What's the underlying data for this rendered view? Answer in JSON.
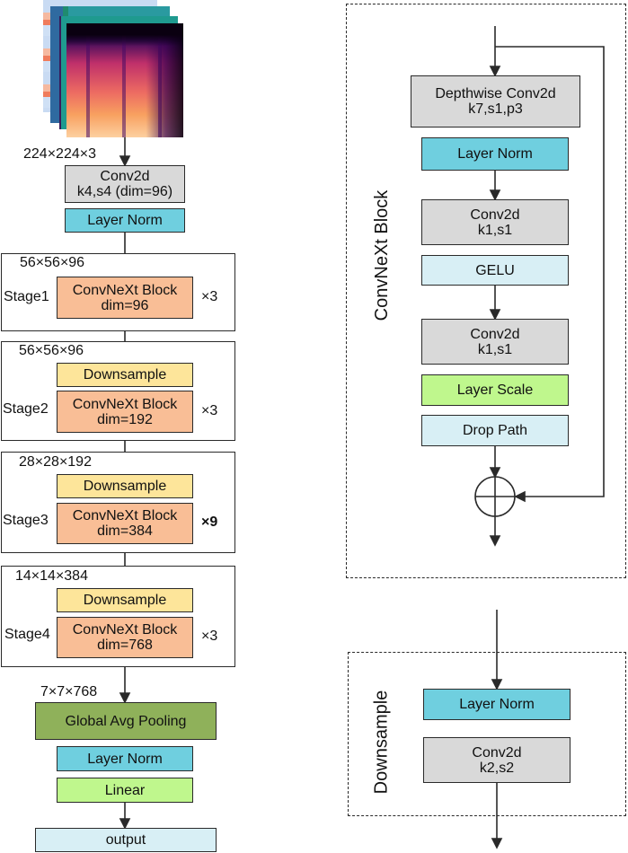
{
  "input": {
    "shape": "224×224×3",
    "image_layers": [
      "spectrogram-layer-1",
      "spectrogram-layer-2",
      "spectrogram-layer-3",
      "spectrogram-layer-4"
    ]
  },
  "stem": {
    "conv": {
      "line1": "Conv2d",
      "line2": "k4,s4 (dim=96)"
    },
    "norm": "Layer Norm"
  },
  "stages": [
    {
      "label": "Stage1",
      "shape": "56×56×96",
      "downsample": null,
      "block_line1": "ConvNeXt Block",
      "block_line2": "dim=96",
      "repeat": "×3"
    },
    {
      "label": "Stage2",
      "shape": "56×56×96",
      "downsample": "Downsample",
      "block_line1": "ConvNeXt Block",
      "block_line2": "dim=192",
      "repeat": "×3"
    },
    {
      "label": "Stage3",
      "shape": "28×28×192",
      "downsample": "Downsample",
      "block_line1": "ConvNeXt Block",
      "block_line2": "dim=384",
      "repeat": "×9"
    },
    {
      "label": "Stage4",
      "shape": "14×14×384",
      "downsample": "Downsample",
      "block_line1": "ConvNeXt Block",
      "block_line2": "dim=768",
      "repeat": "×3"
    }
  ],
  "head": {
    "shape": "7×7×768",
    "pool": "Global Avg Pooling",
    "norm": "Layer Norm",
    "linear": "Linear",
    "output": "output"
  },
  "convnext_block": {
    "title": "ConvNeXt  Block",
    "layers": [
      {
        "line1": "Depthwise Conv2d",
        "line2": "k7,s1,p3"
      },
      {
        "line1": "Layer Norm"
      },
      {
        "line1": "Conv2d",
        "line2": "k1,s1"
      },
      {
        "line1": "GELU"
      },
      {
        "line1": "Conv2d",
        "line2": "k1,s1"
      },
      {
        "line1": "Layer Scale"
      },
      {
        "line1": "Drop Path"
      }
    ],
    "merge_symbol": "add"
  },
  "downsample_block": {
    "title": "Downsample",
    "layers": [
      {
        "line1": "Layer Norm"
      },
      {
        "line1": "Conv2d",
        "line2": "k2,s2"
      }
    ]
  },
  "colors": {
    "conv": "#d9d9d9",
    "layer_norm": "#6fcfdf",
    "convnext_block": "#f9be96",
    "downsample": "#fde59a",
    "linear_scale": "#bff78d",
    "pool": "#8fb15a",
    "light": "#d8eff5"
  }
}
